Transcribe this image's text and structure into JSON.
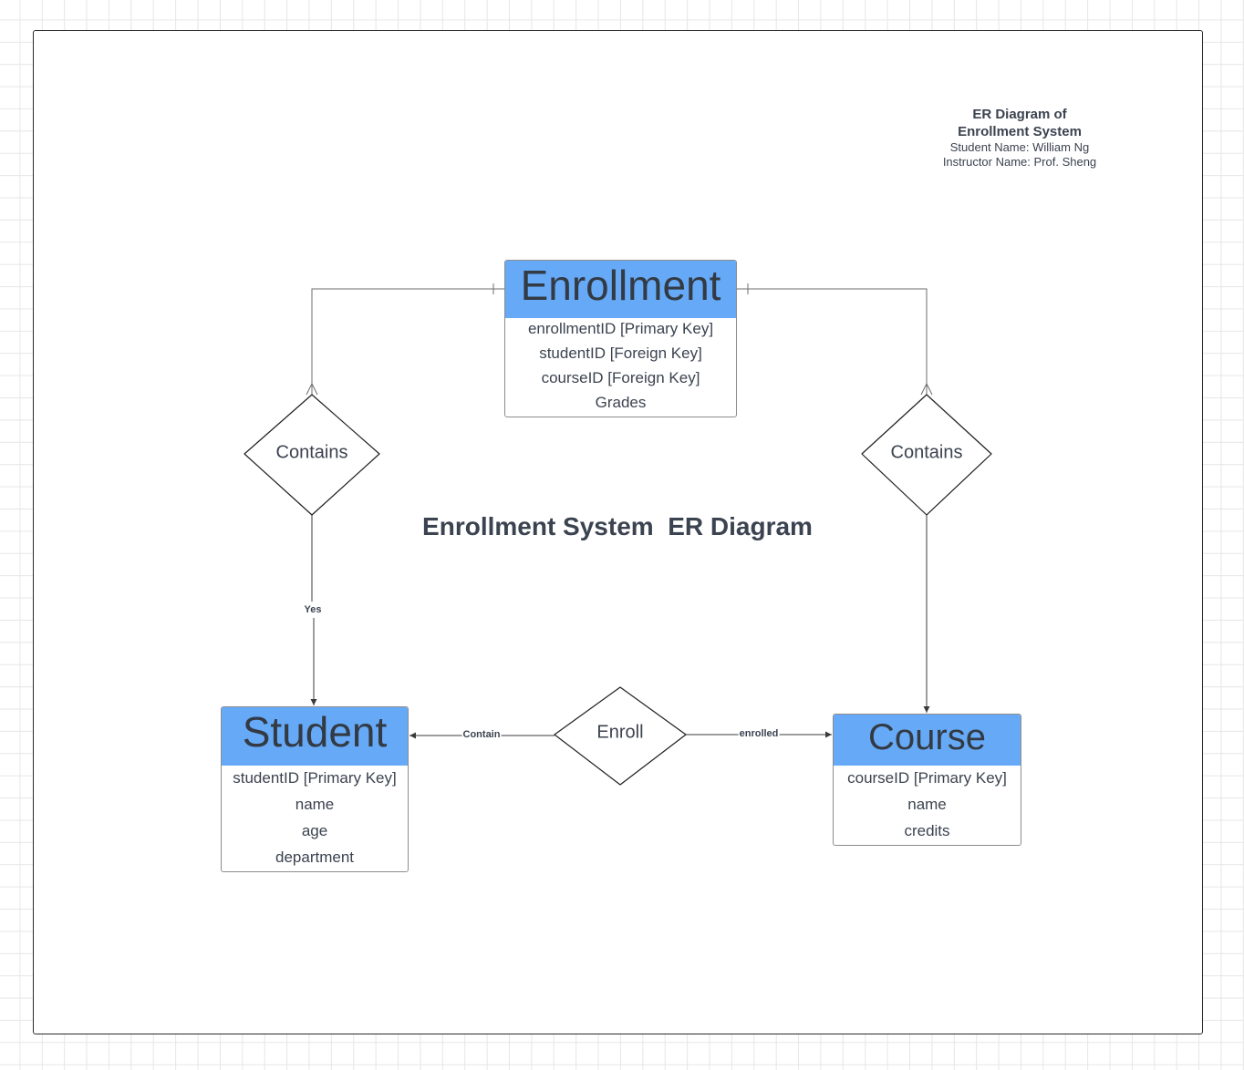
{
  "title_block": {
    "heading_line1": "ER Diagram of",
    "heading_line2": "Enrollment System",
    "student_name": "Student Name: William Ng",
    "instructor_name": "Instructor Name: Prof. Sheng"
  },
  "main_title": "Enrollment System  ER Diagram",
  "colors": {
    "entity_header": "#66aaf7",
    "text": "#3b4350",
    "line": "#6e6e6e"
  },
  "entities": {
    "enrollment": {
      "name": "Enrollment",
      "attributes": [
        "enrollmentID [Primary Key]",
        "studentID [Foreign Key]",
        "courseID [Foreign Key]",
        "Grades"
      ]
    },
    "student": {
      "name": "Student",
      "attributes": [
        "studentID [Primary Key]",
        "name",
        "age",
        "department"
      ]
    },
    "course": {
      "name": "Course",
      "attributes": [
        "courseID  [Primary Key]",
        "name",
        "credits"
      ]
    }
  },
  "relationships": {
    "contains_left": "Contains",
    "contains_right": "Contains",
    "enroll": "Enroll"
  },
  "edge_labels": {
    "yes": "Yes",
    "contain": "Contain",
    "enrolled": "enrolled"
  }
}
